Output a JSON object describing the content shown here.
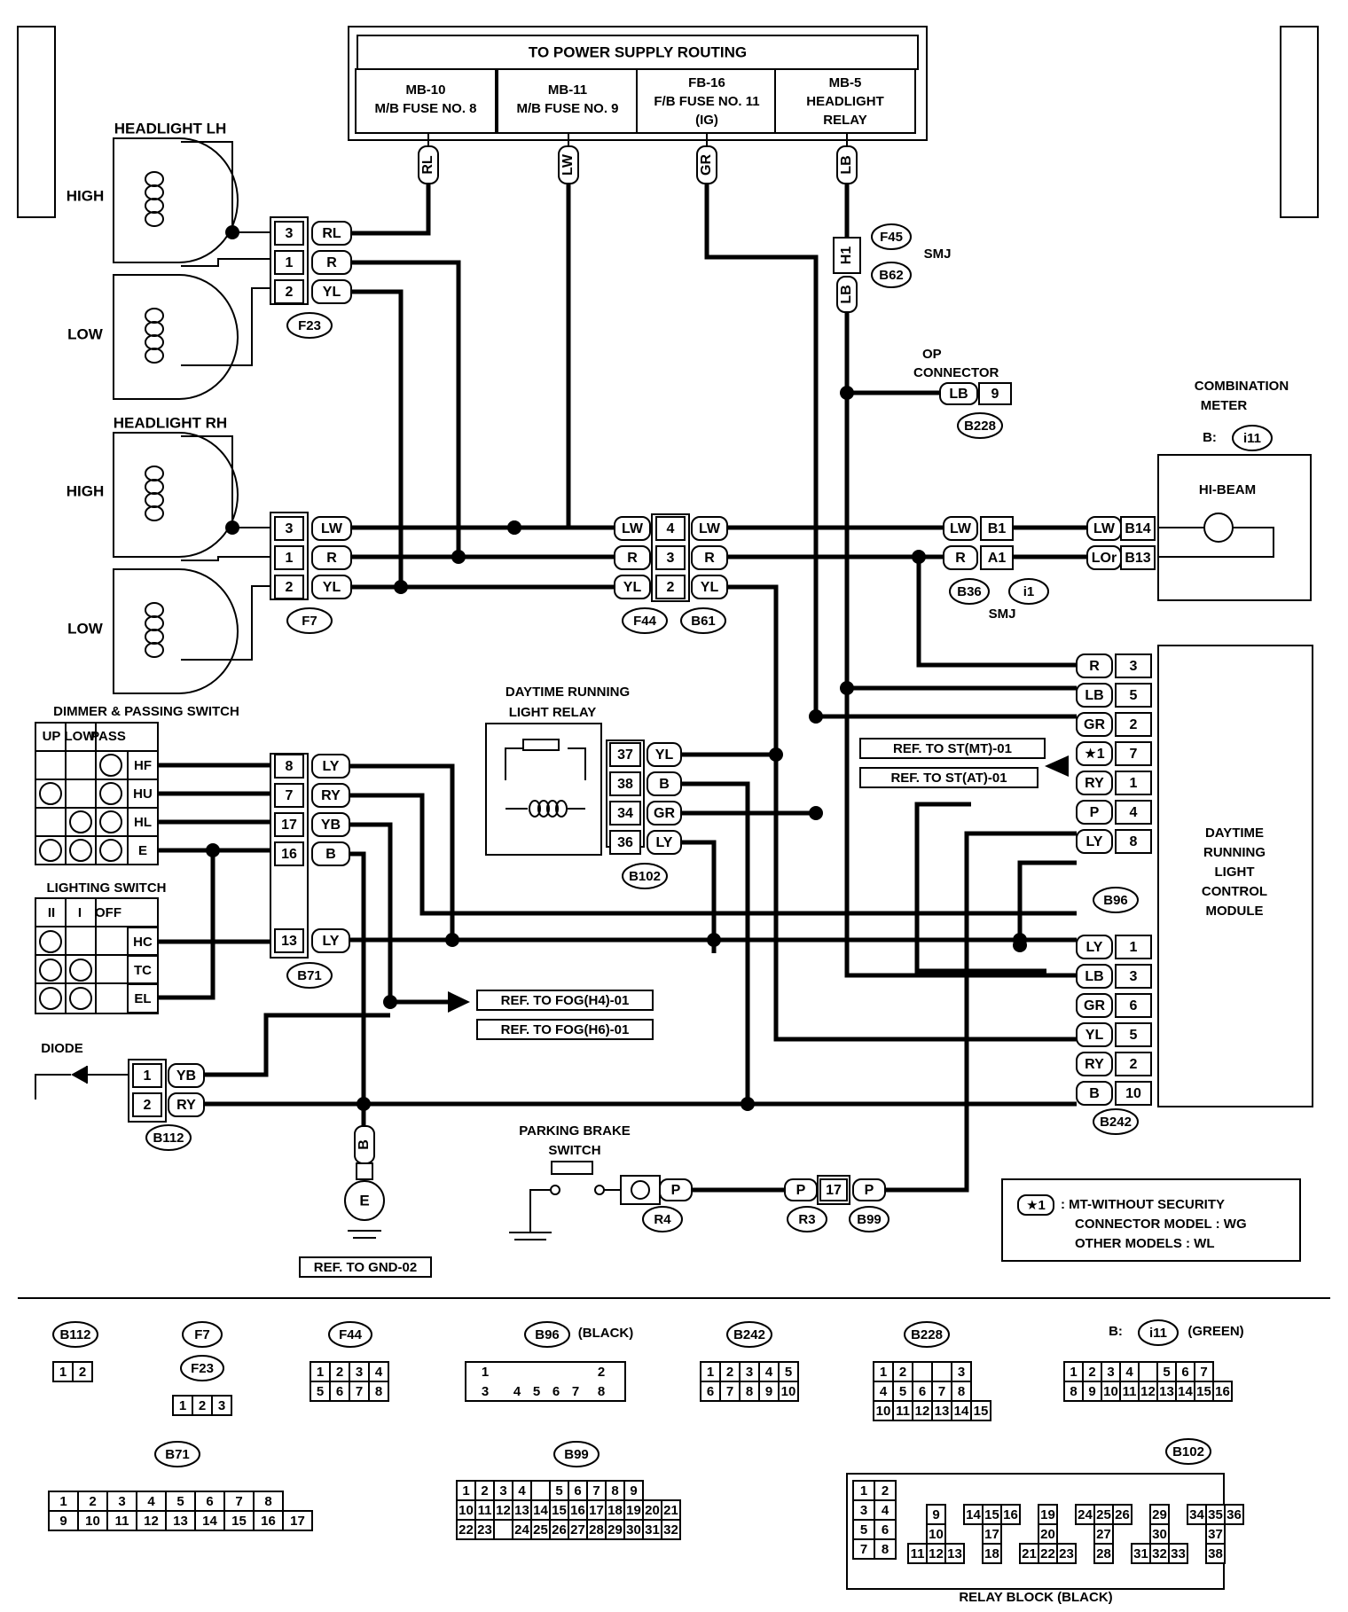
{
  "page_id": "H/L(4L)-01",
  "power": {
    "title": "TO POWER SUPPLY ROUTING",
    "cells": [
      [
        "MB-10",
        "M/B FUSE NO. 8"
      ],
      [
        "MB-11",
        "M/B FUSE NO. 9"
      ],
      [
        "FB-16",
        "F/B FUSE NO. 11",
        "(IG)"
      ],
      [
        "MB-5",
        "HEADLIGHT",
        "RELAY"
      ]
    ],
    "wires": [
      "RL",
      "LW",
      "GR",
      "LB"
    ]
  },
  "headlight_lh": {
    "title": "HEADLIGHT LH",
    "high": "HIGH",
    "low": "LOW",
    "connector": "F23",
    "pins": [
      [
        "3",
        "RL"
      ],
      [
        "1",
        "R"
      ],
      [
        "2",
        "YL"
      ]
    ]
  },
  "headlight_rh": {
    "title": "HEADLIGHT RH",
    "high": "HIGH",
    "low": "LOW",
    "connector": "F7",
    "pins": [
      [
        "3",
        "LW"
      ],
      [
        "1",
        "R"
      ],
      [
        "2",
        "YL"
      ]
    ]
  },
  "smj_top": {
    "pin": "H1",
    "wire": "LB",
    "c1": "F45",
    "c2": "B62",
    "label": "SMJ"
  },
  "op_connector": {
    "title_1": "OP",
    "title_2": "CONNECTOR",
    "wire": "LB",
    "pin": "9",
    "connector": "B228"
  },
  "combination_meter": {
    "title_1": "COMBINATION",
    "title_2": "METER",
    "prefix": "B:",
    "connector": "i11",
    "hi_beam": "HI-BEAM",
    "pins": [
      [
        "LW",
        "B14"
      ],
      [
        "LOr",
        "B13"
      ]
    ]
  },
  "smj_mid": {
    "pins": [
      [
        "LW",
        "B1"
      ],
      [
        "R",
        "A1"
      ]
    ],
    "c1": "B36",
    "c2": "i1",
    "label": "SMJ"
  },
  "f44_b61": {
    "left": [
      "LW",
      "R",
      "YL"
    ],
    "pins": [
      "4",
      "3",
      "2"
    ],
    "right": [
      "LW",
      "R",
      "YL"
    ],
    "c1": "F44",
    "c2": "B61"
  },
  "drl_relay": {
    "title_1": "DAYTIME RUNNING",
    "title_2": "LIGHT RELAY",
    "connector": "B102",
    "pins": [
      [
        "37",
        "YL"
      ],
      [
        "38",
        "B"
      ],
      [
        "34",
        "GR"
      ],
      [
        "36",
        "LY"
      ]
    ]
  },
  "dimmer": {
    "title": "DIMMER & PASSING SWITCH",
    "cols": [
      "UP",
      "LOW",
      "PASS"
    ],
    "rows": [
      "HF",
      "HU",
      "HL",
      "E"
    ]
  },
  "lighting": {
    "title": "LIGHTING SWITCH",
    "cols": [
      "II",
      "I",
      "OFF"
    ],
    "rows": [
      "HC",
      "TC",
      "EL"
    ]
  },
  "b71": {
    "connector": "B71",
    "pins": [
      [
        "8",
        "LY"
      ],
      [
        "7",
        "RY"
      ],
      [
        "17",
        "YB"
      ],
      [
        "16",
        "B"
      ],
      [
        "13",
        "LY"
      ]
    ]
  },
  "module": {
    "title": [
      "DAYTIME",
      "RUNNING",
      "LIGHT",
      "CONTROL",
      "MODULE"
    ],
    "b96": {
      "connector": "B96",
      "pins": [
        [
          "R",
          "3"
        ],
        [
          "LB",
          "5"
        ],
        [
          "GR",
          "2"
        ],
        [
          "*1",
          "7"
        ],
        [
          "RY",
          "1"
        ],
        [
          "P",
          "4"
        ],
        [
          "LY",
          "8"
        ]
      ]
    },
    "b242": {
      "connector": "B242",
      "pins": [
        [
          "LY",
          "1"
        ],
        [
          "LB",
          "3"
        ],
        [
          "GR",
          "6"
        ],
        [
          "YL",
          "5"
        ],
        [
          "RY",
          "2"
        ],
        [
          "B",
          "10"
        ]
      ]
    }
  },
  "refs": {
    "st_mt": "REF. TO ST(MT)-01",
    "st_at": "REF. TO ST(AT)-01",
    "fog_h4": "REF. TO FOG(H4)-01",
    "fog_h6": "REF. TO FOG(H6)-01",
    "gnd": "REF. TO GND-02"
  },
  "diode": {
    "title": "DIODE",
    "connector": "B112",
    "pins": [
      [
        "1",
        "YB"
      ],
      [
        "2",
        "RY"
      ]
    ]
  },
  "ground": {
    "wire": "B",
    "symbol": "E"
  },
  "parking": {
    "title_1": "PARKING BRAKE",
    "title_2": "SWITCH",
    "r4": "R4",
    "r3": "R3",
    "b99": "B99",
    "wire": "P",
    "pin": "17"
  },
  "note": {
    "mark": "*1",
    "line1": ": MT-WITHOUT SECURITY",
    "line2": "CONNECTOR MODEL  :  WG",
    "line3": "OTHER MODELS  :  WL"
  },
  "legend": {
    "b112": "B112",
    "f7": "F7",
    "f23": "F23",
    "f44": "F44",
    "b96": "B96",
    "b96_color": "(BLACK)",
    "b242": "B242",
    "b228": "B228",
    "i11_prefix": "B:",
    "i11": "i11",
    "i11_color": "(GREEN)",
    "b71": "B71",
    "b99": "B99",
    "b102": "B102",
    "relay_block": "RELAY BLOCK (BLACK)"
  }
}
